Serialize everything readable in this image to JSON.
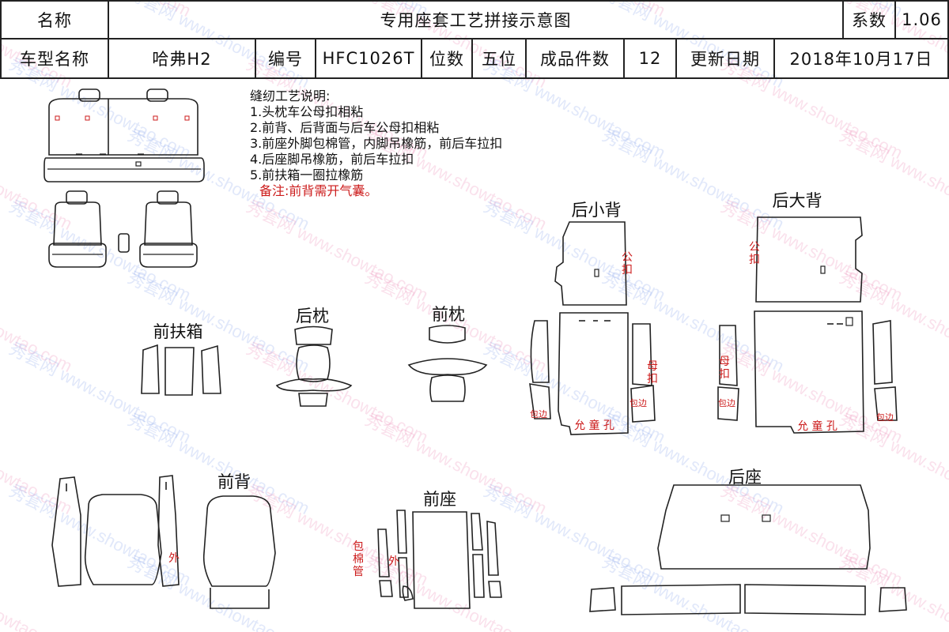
{
  "header": {
    "row1": {
      "name_label": "名称",
      "title": "专用座套工艺拼接示意图",
      "coef_label": "系数",
      "coef_value": "1.06"
    },
    "row2": {
      "model_label": "车型名称",
      "model_value": "哈弗H2",
      "code_label": "编号",
      "code_value": "HFC1026T",
      "seats_label": "位数",
      "seats_value": "五位",
      "pieces_label": "成品件数",
      "pieces_value": "12",
      "date_label": "更新日期",
      "date_value": "2018年10月17日"
    }
  },
  "notes": {
    "heading": "缝纫工艺说明:",
    "items": [
      "1.头枕车公母扣相粘",
      "2.前背、后背面与后车公母扣相粘",
      "3.前座外脚包棉管，内脚吊橡筋，前后车拉扣",
      "4.后座脚吊橡筋，前后车拉扣",
      "5.前扶箱一圈拉橡筋"
    ],
    "remark": "备注:前背需开气囊。"
  },
  "parts": {
    "front_armrest": "前扶箱",
    "rear_pillow": "后枕",
    "front_pillow": "前枕",
    "rear_small_back": "后小背",
    "rear_big_back": "后大背",
    "front_back": "前背",
    "front_seat": "前座",
    "rear_seat": "后座"
  },
  "annotations": {
    "male": "公扣",
    "female": "母扣",
    "hole": "允 童 孔",
    "edge": "包边",
    "outer": "外",
    "cotton_tube": "包棉管"
  },
  "watermark": {
    "site": "www.showtao.com",
    "brand": "秀套网"
  }
}
